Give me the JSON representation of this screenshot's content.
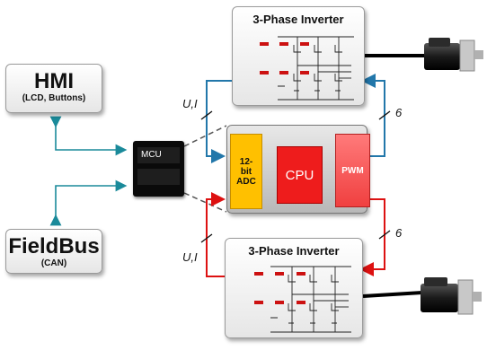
{
  "hmi": {
    "title": "HMI",
    "subtitle": "(LCD, Buttons)"
  },
  "fieldbus": {
    "title": "FieldBus",
    "subtitle": "(CAN)"
  },
  "mcu": {
    "label": "MCU"
  },
  "adc": {
    "label": "12-\nbit\nADC"
  },
  "cpu": {
    "label": "CPU"
  },
  "pwm": {
    "label": "PWM"
  },
  "inverter_top": {
    "title": "3-Phase Inverter"
  },
  "inverter_bottom": {
    "title": "3-Phase Inverter"
  },
  "signals": {
    "feedback_top": "U,I",
    "feedback_bottom": "U,I",
    "pwm_top": "6",
    "pwm_bottom": "6"
  },
  "colors": {
    "blue_path": "#2277aa",
    "red_path": "#dd1111",
    "adc": "#ffc000",
    "cpu": "#ee1c1c",
    "pwm": "#ff5a5a",
    "hmi_link": "#1a8a9a"
  }
}
